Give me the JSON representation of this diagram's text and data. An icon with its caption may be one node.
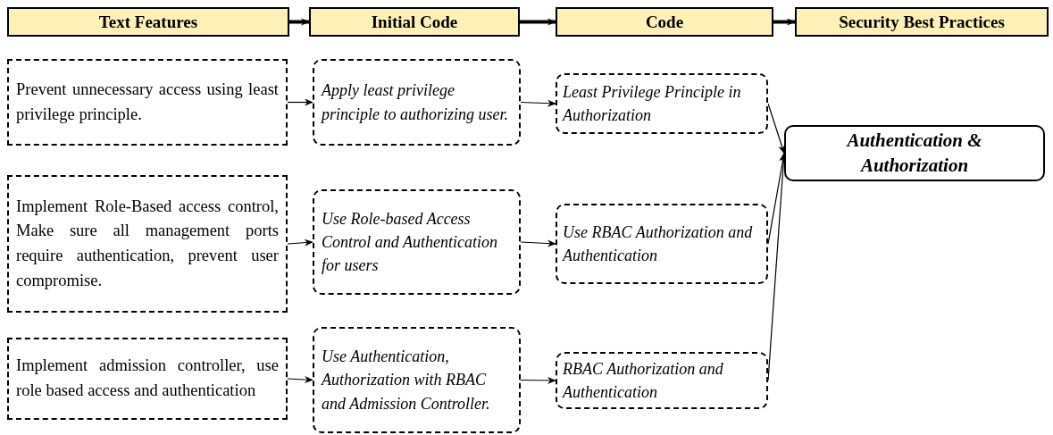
{
  "diagram": {
    "nodes": [
      {
        "text": [
          "Text Features"
        ]
      },
      {
        "text": [
          "Initial Code"
        ]
      },
      {
        "text": [
          "Code"
        ]
      },
      {
        "text": [
          "Security Best Practices"
        ]
      },
      {
        "text": [
          "Prevent unnecessary access using least privilege principle."
        ]
      },
      {
        "text": [
          "Apply least privilege principle to authorizing user."
        ]
      },
      {
        "text": [
          "Least Privilege Principle in Authorization"
        ]
      },
      {
        "text": [
          "Implement Role-Based access control, Make sure all management ports require authentication, prevent user compromise."
        ]
      },
      {
        "text": [
          "Use Role-based Access Control and Authentication for users"
        ]
      },
      {
        "text": [
          "Use RBAC Authorization and Authentication"
        ]
      },
      {
        "text": [
          "Implement admission controller, use role based access and authentication"
        ]
      },
      {
        "text": [
          "Use Authentication, Authorization with RBAC and Admission Controller."
        ]
      },
      {
        "text": [
          "RBAC Authorization and Authentication"
        ]
      },
      {
        "text": [
          "Authentication & Authorization"
        ]
      }
    ],
    "edges": [
      {
        "from": 0,
        "to": 1,
        "arrow": "to",
        "style": "thick"
      },
      {
        "from": 1,
        "to": 2,
        "arrow": "to",
        "style": "thick"
      },
      {
        "from": 2,
        "to": 3,
        "arrow": "to",
        "style": "thick"
      },
      {
        "from": 4,
        "to": 5,
        "arrow": "to"
      },
      {
        "from": 5,
        "to": 6,
        "arrow": "to"
      },
      {
        "from": 7,
        "to": 8,
        "arrow": "to"
      },
      {
        "from": 8,
        "to": 9,
        "arrow": "to"
      },
      {
        "from": 10,
        "to": 11,
        "arrow": "to"
      },
      {
        "from": 11,
        "to": 12,
        "arrow": "to"
      },
      {
        "from": 6,
        "to": 13,
        "arrow": "to"
      },
      {
        "from": 9,
        "to": 13,
        "arrow": "to"
      },
      {
        "from": 12,
        "to": 13,
        "arrow": "to"
      }
    ]
  }
}
